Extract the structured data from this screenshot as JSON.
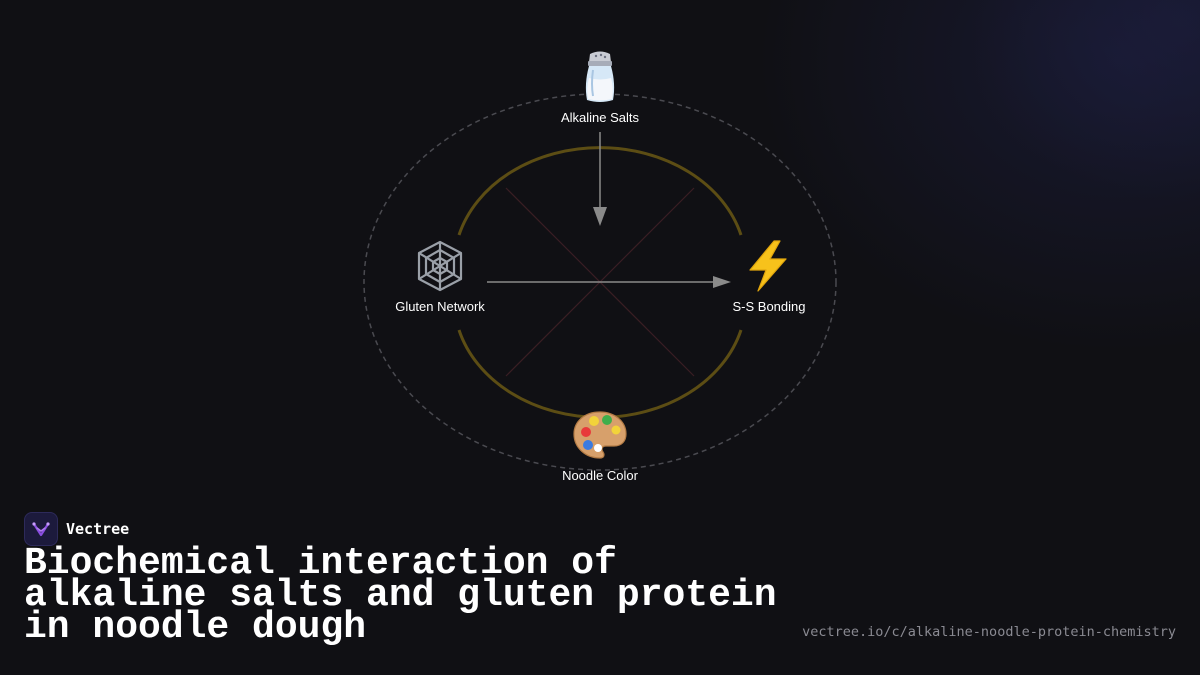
{
  "diagram": {
    "nodes": {
      "top": {
        "label": "Alkaline Salts",
        "icon": "salt-shaker-icon"
      },
      "left": {
        "label": "Gluten Network",
        "icon": "spider-web-icon"
      },
      "right": {
        "label": "S-S Bonding",
        "icon": "lightning-icon"
      },
      "bottom": {
        "label": "Noodle Color",
        "icon": "palette-icon"
      }
    },
    "edges": [
      {
        "from": "Alkaline Salts",
        "to": "center"
      },
      {
        "from": "Gluten Network",
        "to": "S-S Bonding"
      }
    ],
    "colors": {
      "inner_ring": "#5c4d14",
      "outer_ring": "#4a4a50",
      "cross_lines": "#3a1e24",
      "arrows": "#8a8a8a"
    }
  },
  "brand": {
    "name": "Vectree",
    "logo": "vectree-logo-icon"
  },
  "title": "Biochemical interaction of alkaline salts and gluten protein in noodle dough",
  "url": "vectree.io/c/alkaline-noodle-protein-chemistry"
}
